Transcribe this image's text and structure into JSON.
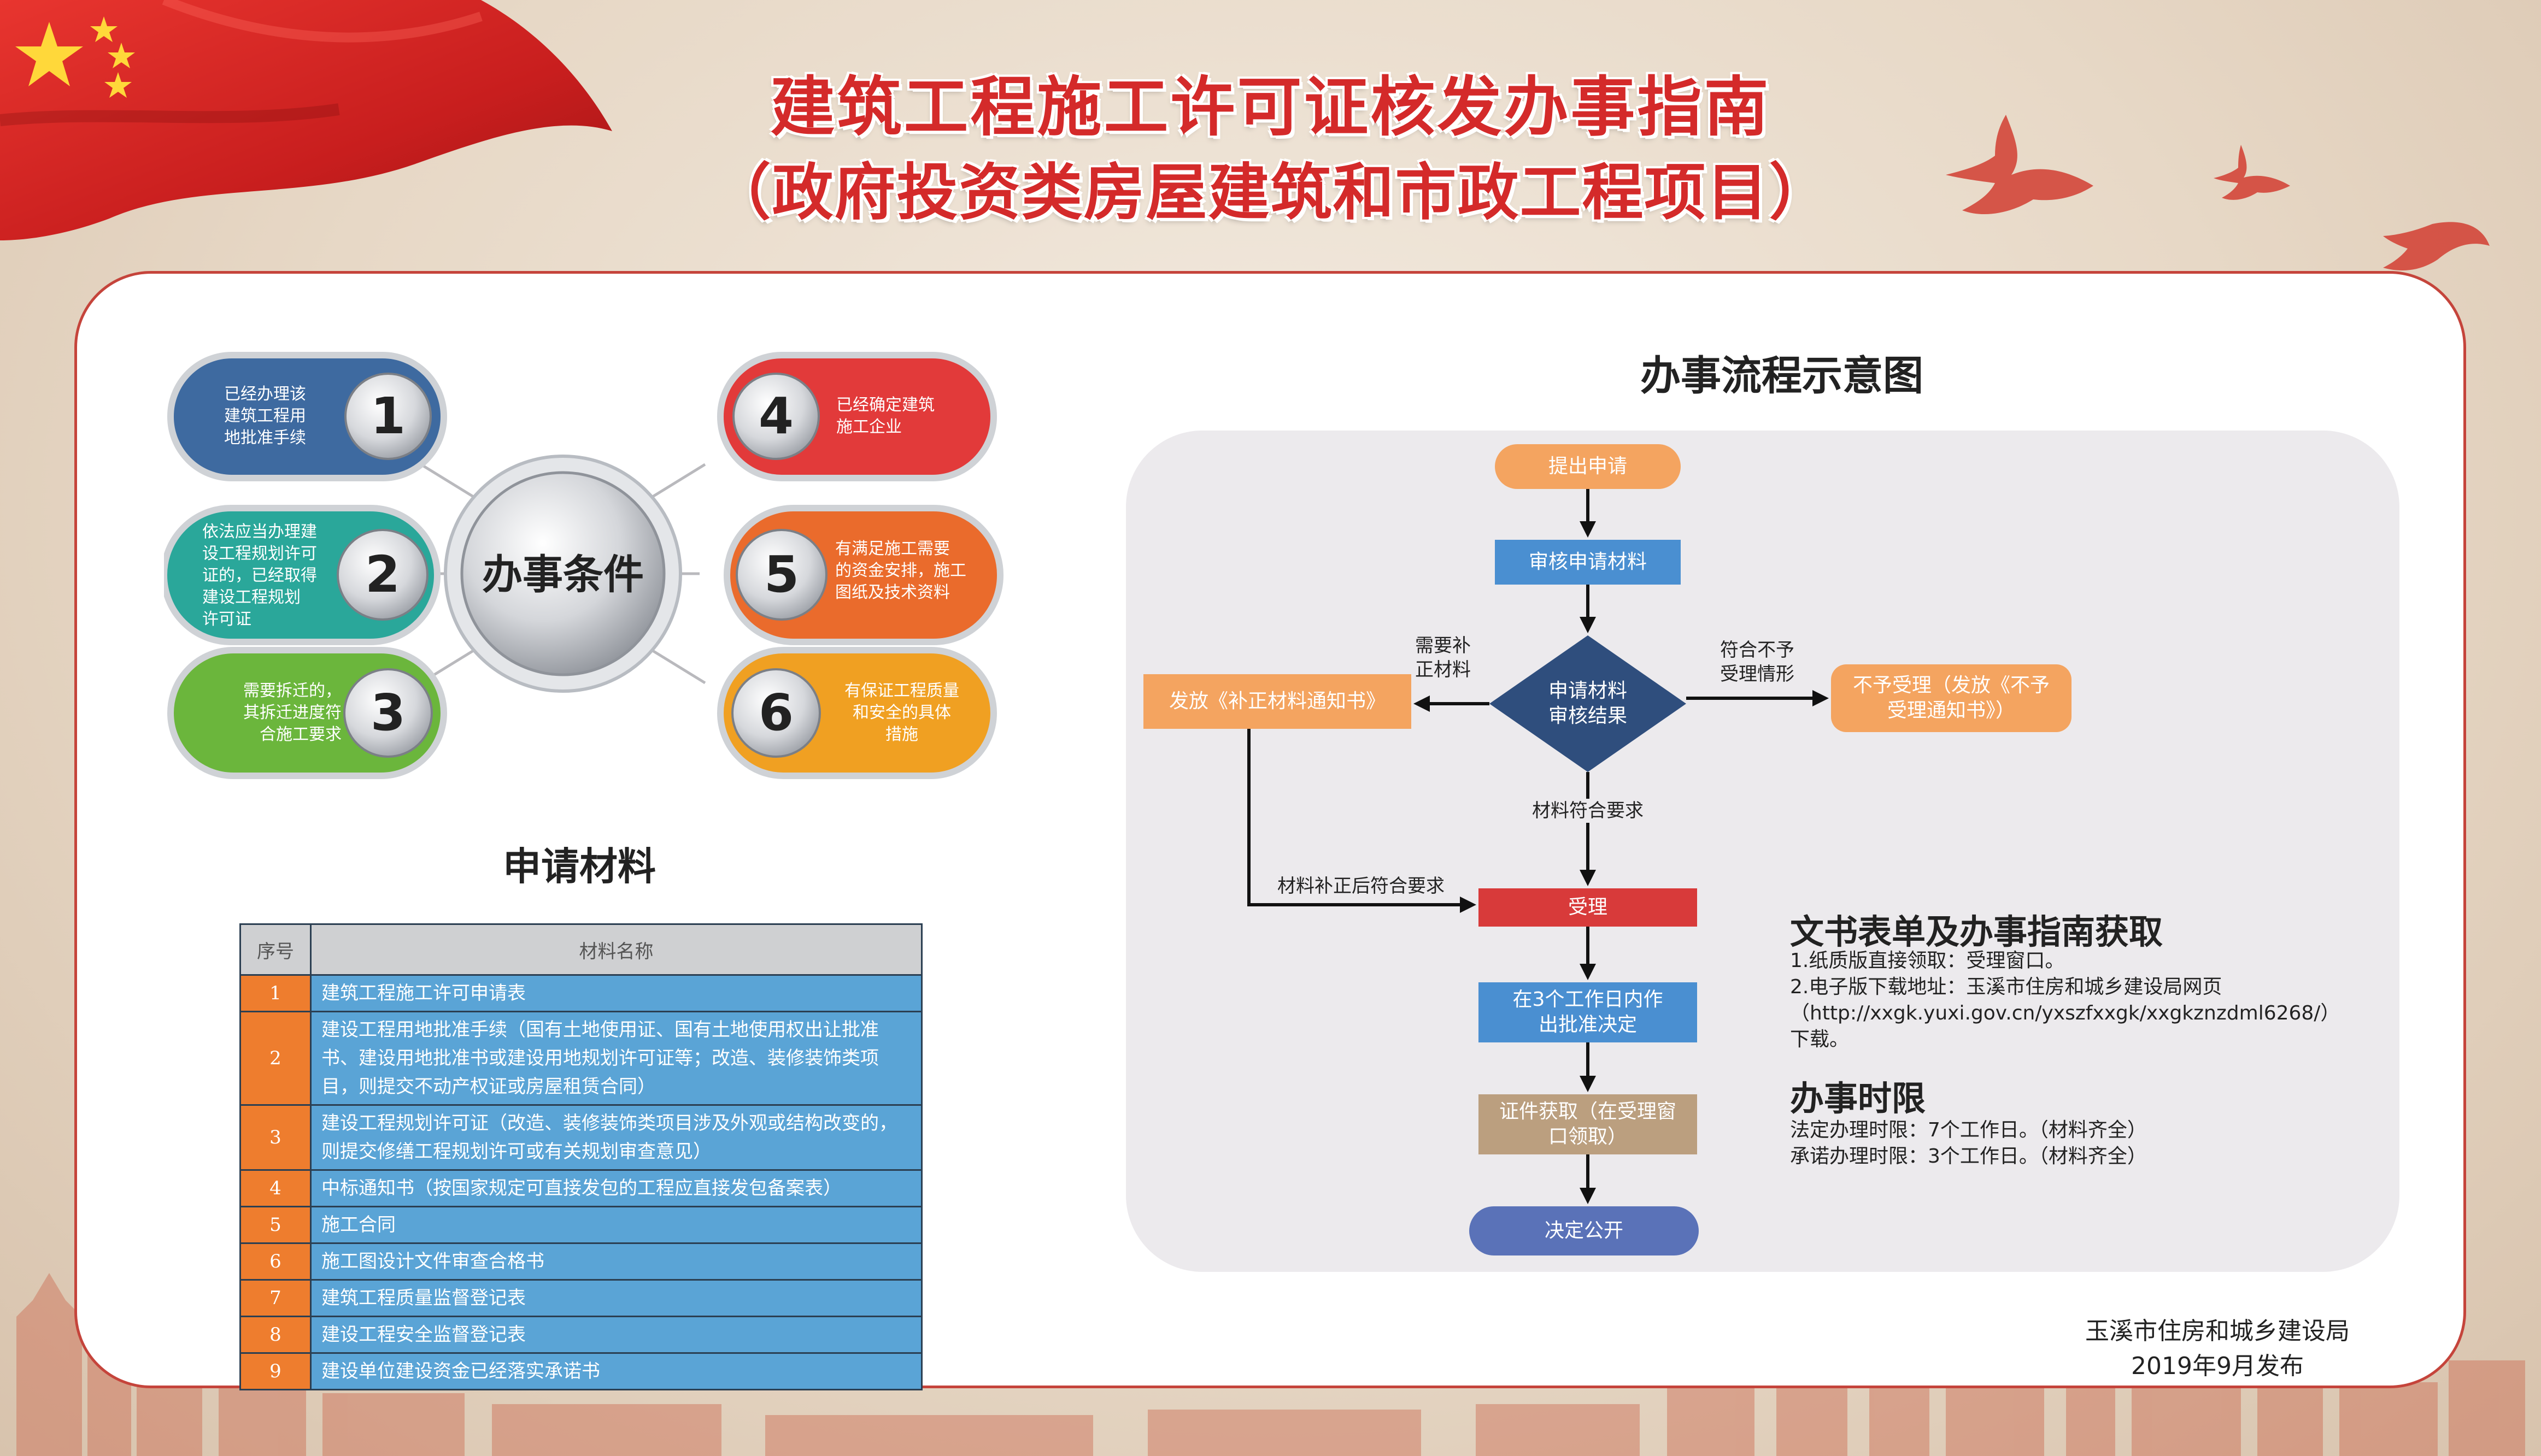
{
  "title": {
    "line1": "建筑工程施工许可证核发办事指南",
    "line2": "（政府投资类房屋建筑和市政工程项目）"
  },
  "colors": {
    "title_red": "#d42a2a",
    "blue": "#3e6aa0",
    "teal": "#2aa79a",
    "green": "#6bb63c",
    "red": "#e23a3a",
    "orange": "#ea6b2c",
    "amber": "#f0a022",
    "flow_orange": "#f4a460",
    "flow_blue": "#4a8fd1",
    "flow_diamond": "#2f4e7d",
    "flow_red": "#d83a3a",
    "flow_tan": "#bb9f7f",
    "flow_purple": "#5a72b8"
  },
  "conditions": {
    "heading": "办事条件",
    "items": [
      {
        "number": "1",
        "text": "已经办理该\n建筑工程用\n地批准手续"
      },
      {
        "number": "2",
        "text": "依法应当办理建\n设工程规划许可\n证的，已经取得\n建设工程规划\n许可证"
      },
      {
        "number": "3",
        "text": "需要拆迁的，\n其拆迁进度符\n合施工要求"
      },
      {
        "number": "4",
        "text": "已经确定建筑\n施工企业"
      },
      {
        "number": "5",
        "text": "有满足施工需要\n的资金安排，施工\n图纸及技术资料"
      },
      {
        "number": "6",
        "text": "有保证工程质量\n和安全的具体\n措施"
      }
    ]
  },
  "materials": {
    "heading": "申请材料",
    "columns": [
      "序号",
      "材料名称"
    ],
    "rows": [
      {
        "no": "1",
        "name": "建筑工程施工许可申请表"
      },
      {
        "no": "2",
        "name": "建设工程用地批准手续（国有土地使用证、国有土地使用权出让批准书、建设用地批准书或建设用地规划许可证等；改造、装修装饰类项目，则提交不动产权证或房屋租赁合同）"
      },
      {
        "no": "3",
        "name": "建设工程规划许可证（改造、装修装饰类项目涉及外观或结构改变的，则提交修缮工程规划许可或有关规划审查意见）"
      },
      {
        "no": "4",
        "name": "中标通知书（按国家规定可直接发包的工程应直接发包备案表）"
      },
      {
        "no": "5",
        "name": "施工合同"
      },
      {
        "no": "6",
        "name": "施工图设计文件审查合格书"
      },
      {
        "no": "7",
        "name": "建筑工程质量监督登记表"
      },
      {
        "no": "8",
        "name": "建设工程安全监督登记表"
      },
      {
        "no": "9",
        "name": "建设单位建设资金已经落实承诺书"
      }
    ]
  },
  "flow": {
    "heading": "办事流程示意图",
    "nodes": {
      "apply": "提出申请",
      "review": "审核申请材料",
      "decision": "申请材料\n审核结果",
      "supplement": "发放《补正材料通知书》",
      "reject": "不予受理（发放《不予\n受理通知书》）",
      "accept": "受理",
      "approve": "在3个工作日内作\n出批准决定",
      "certificate": "证件获取（在受理窗\n口领取）",
      "publish": "决定公开"
    },
    "labels": {
      "need_supplement": "需要补\n正材料",
      "not_accepted": "符合不予\n受理情形",
      "meets": "材料符合要求",
      "after_supplement": "材料补正后符合要求"
    }
  },
  "documents": {
    "heading": "文书表单及办事指南获取",
    "lines": [
      "1.纸质版直接领取：受理窗口。",
      "2.电子版下载地址：玉溪市住房和城乡建设局网页",
      "（http://xxgk.yuxi.gov.cn/yxszfxxgk/xxgkznzdml6268/）",
      "下载。"
    ]
  },
  "time_limit": {
    "heading": "办事时限",
    "lines": [
      "法定办理时限：7个工作日。（材料齐全）",
      "承诺办理时限：3个工作日。（材料齐全）"
    ]
  },
  "footer": {
    "issuer": "玉溪市住房和城乡建设局",
    "date": "2019年9月发布"
  }
}
